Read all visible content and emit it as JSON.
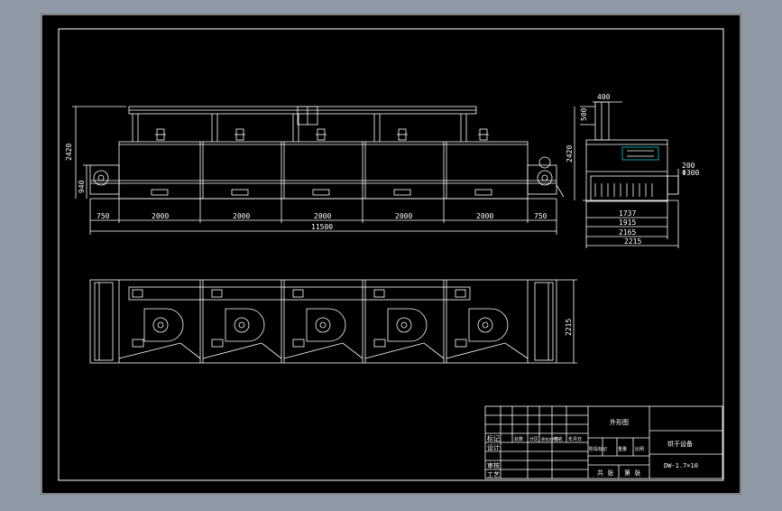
{
  "drawing": {
    "colors": {
      "window_bg": "#8f9aa6",
      "paper": "#000000",
      "line": "#ffffff",
      "accent_cyan": "#00d0d0",
      "accent_yellow": "#d0d000"
    },
    "front_view": {
      "overall_height": "2420",
      "inner_height": "940",
      "segments": [
        "750",
        "2000",
        "2000",
        "2000",
        "2000",
        "2000",
        "750"
      ],
      "total_length": "11500"
    },
    "side_view": {
      "top_width": "400",
      "top_height": "500",
      "overall_height": "2420",
      "dim_200": "200",
      "dim_phi300": "Φ300",
      "dim_1737": "1737",
      "dim_1915": "1915",
      "dim_2165": "2165",
      "dim_2215": "2215"
    },
    "plan_view": {
      "depth": "2215"
    },
    "title_block": {
      "view_name": "外形图",
      "product_name": "烘干设备",
      "model": "DW-1.7×10",
      "row_labels": [
        "标记",
        "设计",
        "",
        "审核",
        "工艺"
      ],
      "small_header": [
        "处数",
        "分区",
        "更改文件号",
        "签名",
        "年月日"
      ],
      "stage_label": "阶段标记",
      "weight_label": "重量",
      "scale_label": "比例",
      "sheet_total": "共 张",
      "sheet_num": "第 张"
    }
  }
}
